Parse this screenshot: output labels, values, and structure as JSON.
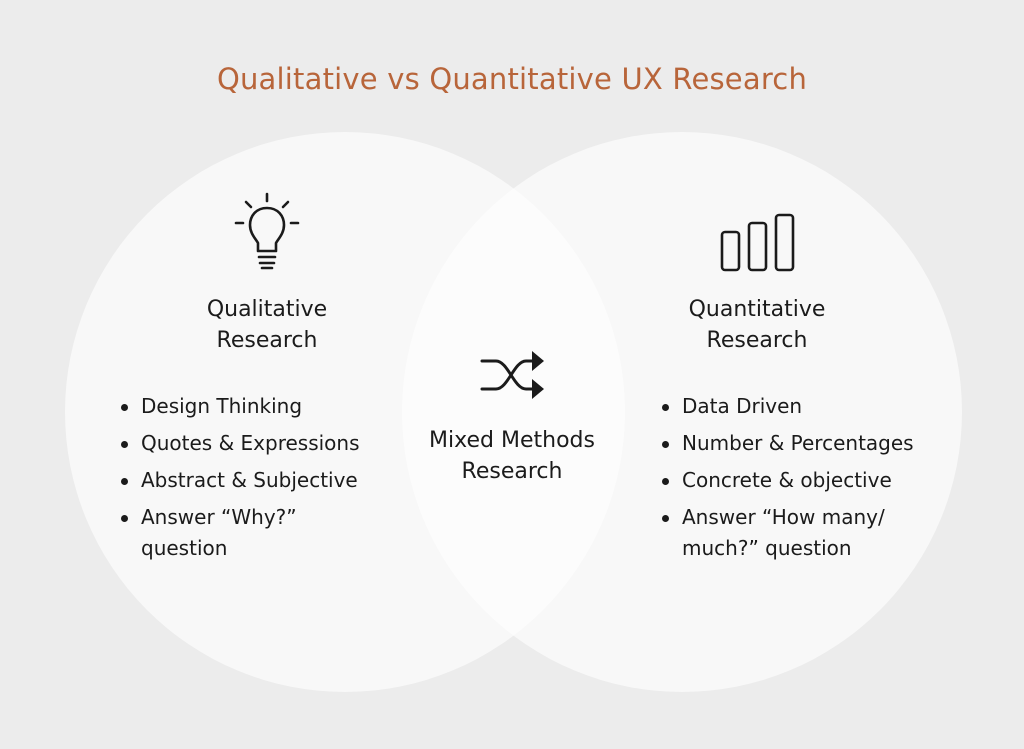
{
  "title": "Qualitative vs Quantitative UX Research",
  "colors": {
    "title": "#b8653a",
    "background": "#ececec",
    "circle": "#ffffff",
    "text": "#1b1b1b"
  },
  "left": {
    "icon": "lightbulb-icon",
    "heading_line1": "Qualitative",
    "heading_line2": "Research",
    "items": [
      "Design Thinking",
      "Quotes & Expressions",
      "Abstract & Subjective",
      "Answer “Why?”\nquestion"
    ]
  },
  "center": {
    "icon": "shuffle-icon",
    "heading_line1": "Mixed Methods",
    "heading_line2": "Research"
  },
  "right": {
    "icon": "bar-chart-icon",
    "heading_line1": "Quantitative",
    "heading_line2": "Research",
    "items": [
      "Data Driven",
      "Number & Percentages",
      "Concrete & objective",
      "Answer “How many/\nmuch?” question"
    ]
  }
}
